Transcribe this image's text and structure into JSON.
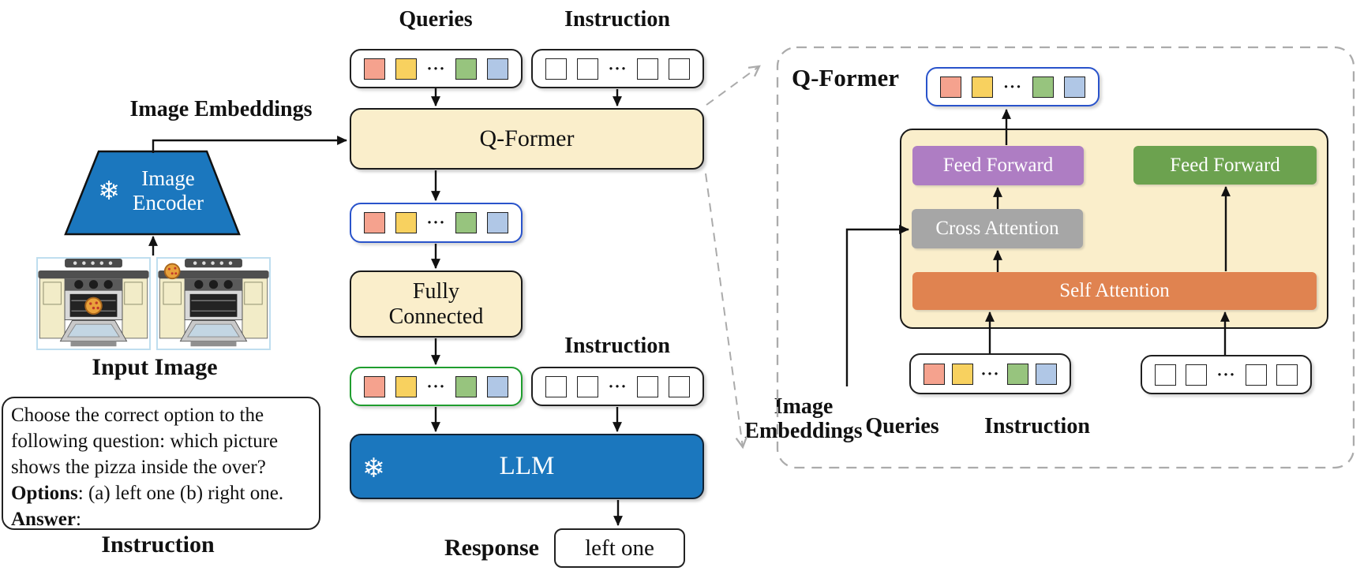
{
  "left": {
    "image_embeddings_label": "Image Embeddings",
    "encoder": {
      "line1": "Image",
      "line2": "Encoder",
      "snowflake": "❄"
    },
    "input_image_label": "Input Image",
    "input_images": {
      "left_description": "oven with pizza inside",
      "right_description": "oven with pizza on counter"
    },
    "instruction_box": {
      "line1": "Choose the correct option to the",
      "line2": "following question: which picture",
      "line3": "shows the pizza inside the over?",
      "options_label": "Options",
      "options_text": ": (a) left one (b) right one.",
      "answer_label": "Answer",
      "answer_text": ":"
    },
    "instruction_label": "Instruction"
  },
  "middle": {
    "queries_label": "Queries",
    "instruction_label_top": "Instruction",
    "qformer_label": "Q-Former",
    "fully_connected_line1": "Fully",
    "fully_connected_line2": "Connected",
    "instruction_label_mid": "Instruction",
    "llm_label": "LLM",
    "llm_snowflake": "❄",
    "response_label": "Response",
    "response_value": "left one"
  },
  "right_panel": {
    "title": "Q-Former",
    "feed_forward_left": "Feed Forward",
    "feed_forward_right": "Feed Forward",
    "cross_attention": "Cross Attention",
    "self_attention": "Self Attention",
    "image_embeddings_line1": "Image",
    "image_embeddings_line2": "Embeddings",
    "queries_label": "Queries",
    "instruction_label": "Instruction"
  },
  "tokens": {
    "query_colors": [
      "#F5A28E",
      "#F8D15F",
      "#97C47E",
      "#B0C7E6"
    ],
    "instruction_colors": [
      "#FFFFFF",
      "#FFFFFF",
      "#FFFFFF",
      "#FFFFFF"
    ],
    "ellipsis": "···"
  },
  "colors": {
    "cream": "#FAEECB",
    "frozen_blue": "#1B77BE",
    "purple_block": "#AE7DC3",
    "green_block": "#6CA24F",
    "gray_block": "#A6A6A6",
    "orange_block": "#E08350",
    "blue_token_border": "#2953CB",
    "green_token_border": "#1F9D2E",
    "dashed_gray": "#ABABAB"
  }
}
